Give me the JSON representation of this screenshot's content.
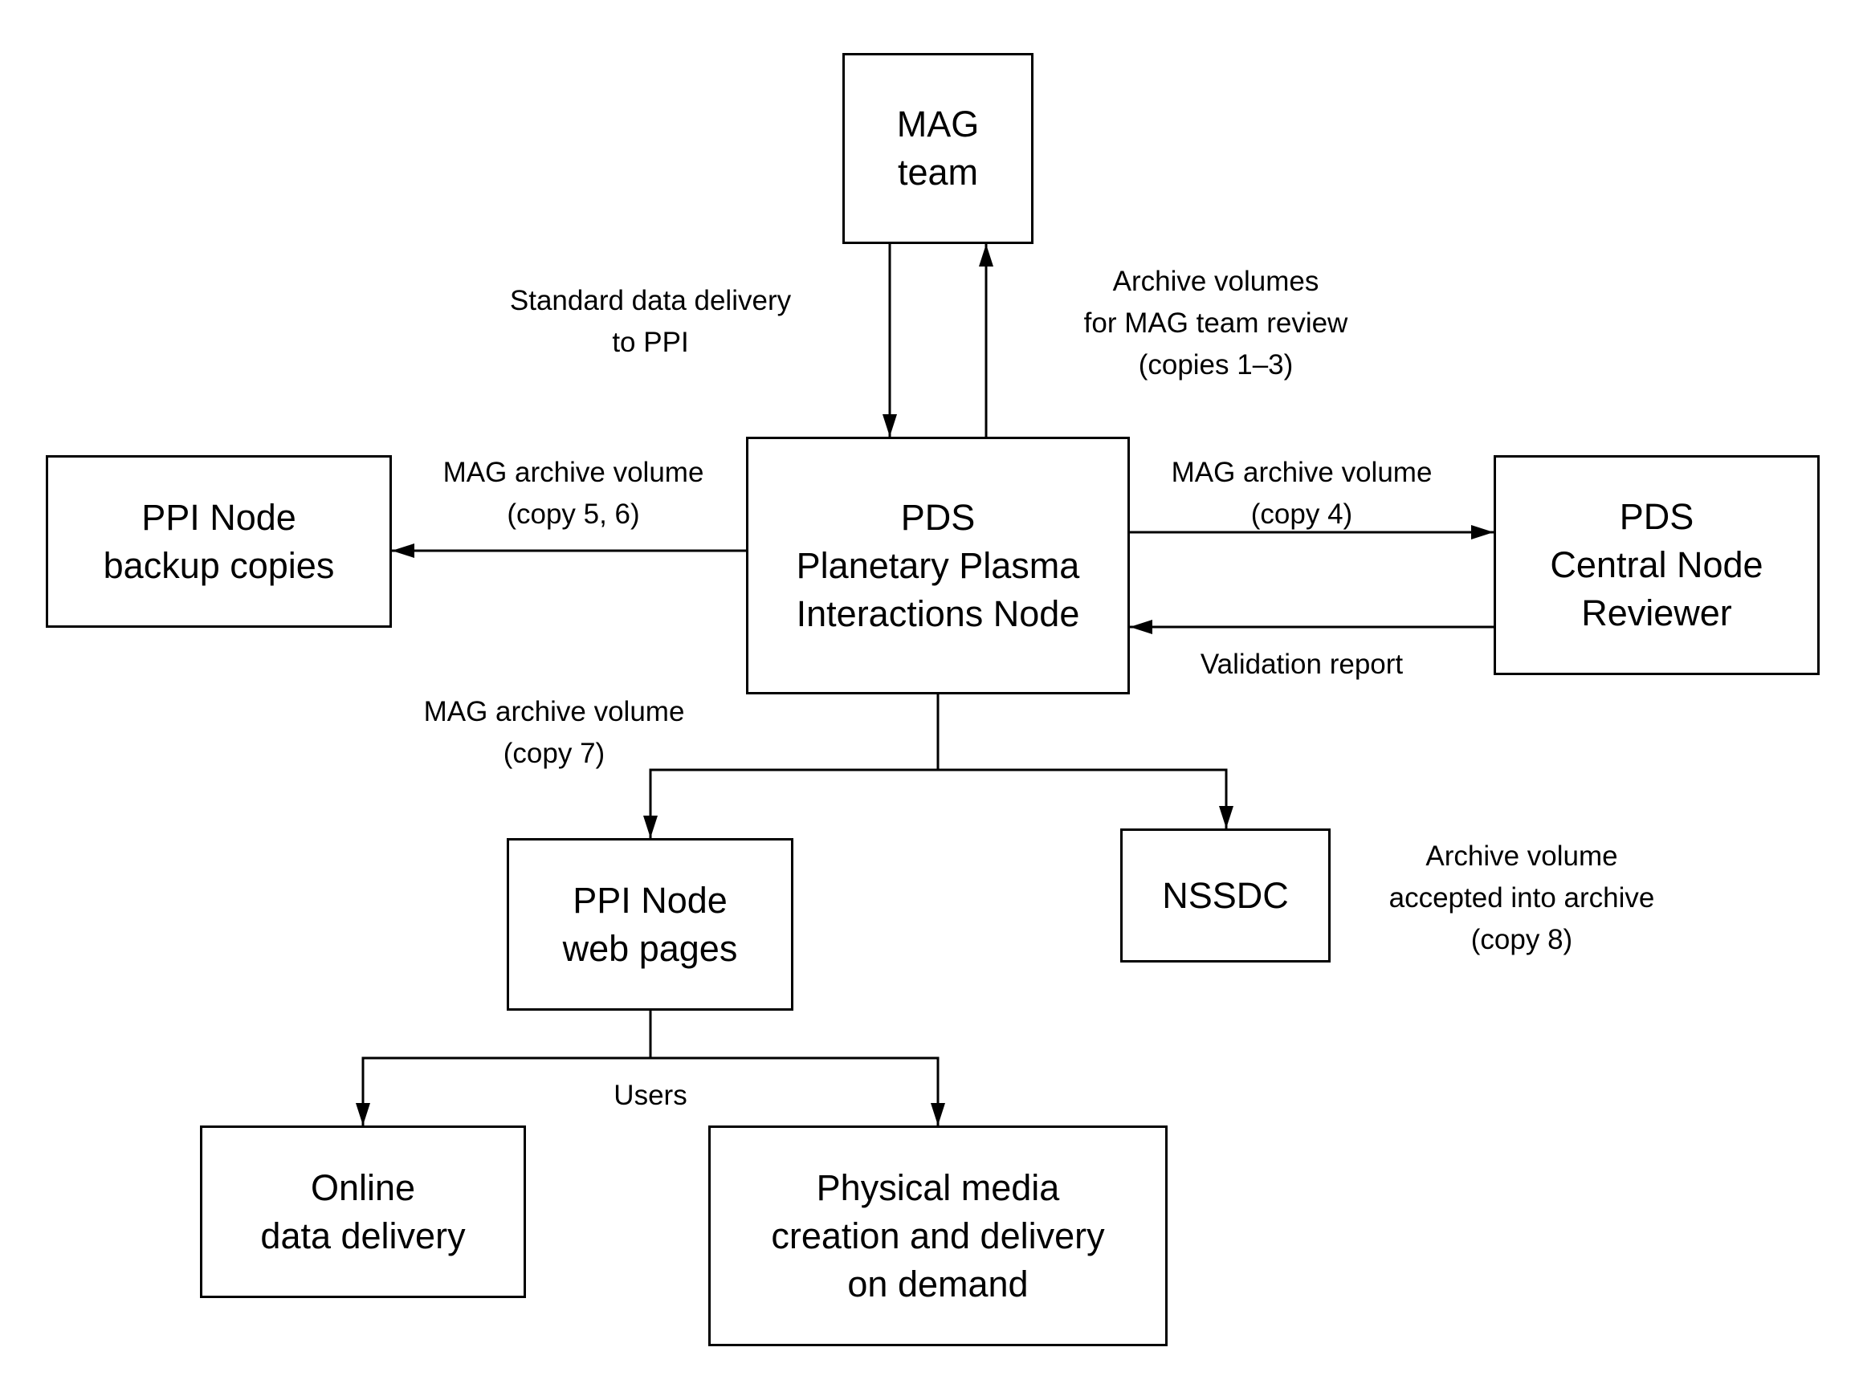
{
  "diagram": {
    "nodes": {
      "mag_team": [
        "MAG",
        "team"
      ],
      "pds_ppi": [
        "PDS",
        "Planetary Plasma",
        "Interactions Node"
      ],
      "ppi_backup": [
        "PPI Node",
        "backup copies"
      ],
      "central_node": [
        "PDS",
        "Central Node",
        "Reviewer"
      ],
      "nssdc": [
        "NSSDC"
      ],
      "web_pages": [
        "PPI Node",
        "web pages"
      ],
      "online": [
        "Online",
        "data delivery"
      ],
      "physical": [
        "Physical media",
        "creation and delivery",
        "on demand"
      ]
    },
    "edges": {
      "standard_delivery": [
        "Standard data delivery",
        "to PPI"
      ],
      "team_review": [
        "Archive volumes",
        "for MAG team review",
        "(copies 1–3)"
      ],
      "backup": [
        "MAG archive volume",
        "(copy 5, 6)"
      ],
      "central": [
        "MAG archive volume",
        "(copy 4)"
      ],
      "validation": [
        "Validation report"
      ],
      "web": [
        "MAG archive volume",
        "(copy 7)"
      ],
      "nssdc": [
        "Archive volume",
        "accepted into archive",
        "(copy 8)"
      ],
      "users": [
        "Users"
      ]
    }
  }
}
